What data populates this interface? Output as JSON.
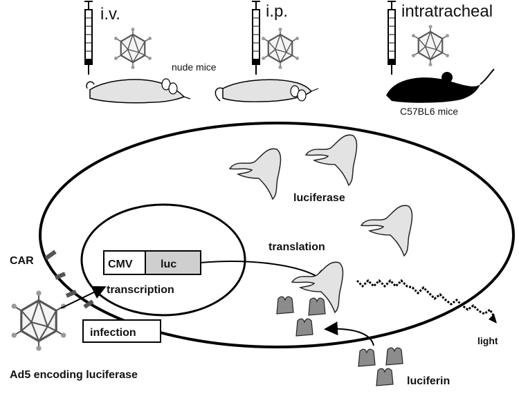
{
  "routes": {
    "iv": "i.v.",
    "ip": "i.p.",
    "intratracheal": "intratracheal"
  },
  "mice": {
    "nude": "nude mice",
    "c57": "C57BL6 mice"
  },
  "cell": {
    "receptor": "CAR",
    "promoter": "CMV",
    "gene": "luc",
    "transcription": "transcription",
    "translation": "translation",
    "protein": "luciferase",
    "infection": "infection",
    "substrate": "luciferin",
    "emission": "light"
  },
  "virus": {
    "caption": "Ad5 encoding luciferase"
  },
  "colors": {
    "outline": "#000000",
    "protein_fill": "#e3e3e3",
    "gene_fill": "#cfcfcf",
    "substrate_fill": "#8c8c8c",
    "virus_vertex": "#9a9a9a"
  }
}
